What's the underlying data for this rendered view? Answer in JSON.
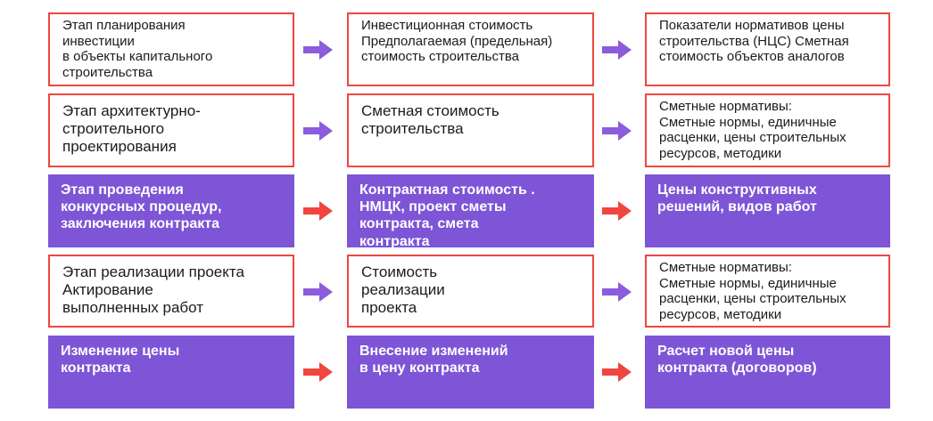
{
  "colors": {
    "outline_border": "#f0463f",
    "filled_bg": "#7d55d6",
    "arrow_purple": "#8b5cdc",
    "arrow_red": "#f0463f"
  },
  "rows": [
    {
      "style": "outline",
      "cells": [
        [
          "Этап планирования",
          "инвестиции",
          "в объекты капитального",
          "строительства"
        ],
        [
          "Инвестиционная стоимость",
          "Предполагаемая (предельная)",
          "стоимость строительства"
        ],
        [
          "Показатели нормативов цены",
          "строительства (НЦС) Сметная",
          "стоимость объектов аналогов"
        ]
      ]
    },
    {
      "style": "outline",
      "cells": [
        [
          "Этап архитектурно-",
          "строительного",
          "проектирования"
        ],
        [
          "Сметная стоимость",
          "строительства"
        ],
        [
          "Сметные нормативы:",
          "Сметные нормы, единичные",
          "расценки, цены строительных",
          "ресурсов, методики"
        ]
      ]
    },
    {
      "style": "filled",
      "cells": [
        [
          "Этап проведения",
          "конкурсных процедур,",
          "заключения контракта"
        ],
        [
          "Контрактная стоимость .",
          "НМЦК, проект сметы",
          "контракта, смета",
          "контракта"
        ],
        [
          "Цены конструктивных",
          "решений, видов работ"
        ]
      ]
    },
    {
      "style": "outline",
      "cells": [
        [
          "Этап реализации проекта",
          "Актирование",
          "выполненных работ"
        ],
        [
          "Стоимость",
          "реализации",
          "проекта"
        ],
        [
          "Сметные нормативы:",
          "Сметные нормы, единичные",
          "расценки, цены строительных",
          "ресурсов, методики"
        ]
      ]
    },
    {
      "style": "filled",
      "cells": [
        [
          "Изменение цены",
          "контракта"
        ],
        [
          "Внесение изменений",
          "в цену контракта"
        ],
        [
          "Расчет новой цены",
          "контракта (договоров)"
        ]
      ]
    }
  ]
}
